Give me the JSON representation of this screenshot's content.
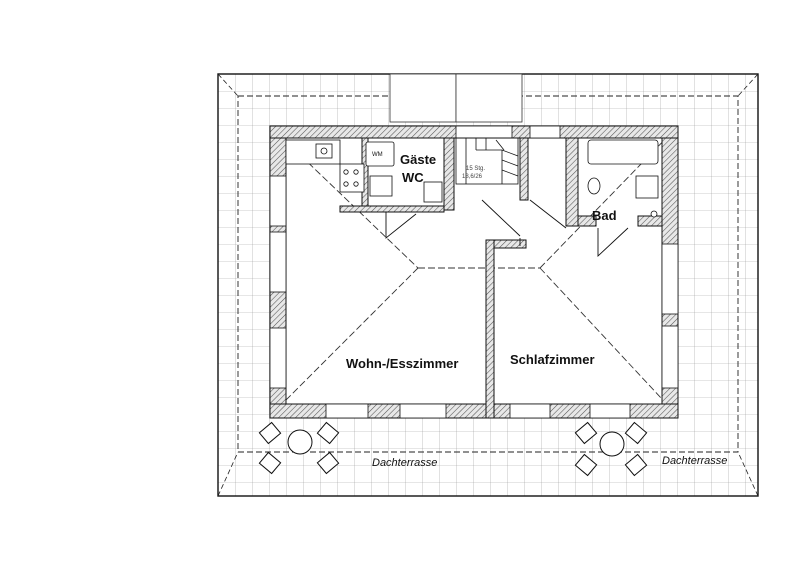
{
  "rooms": {
    "wohn": "Wohn-/Esszimmer",
    "schlaf": "Schlafzimmer",
    "gaeste_line1": "Gäste",
    "gaeste_line2": "WC",
    "bad": "Bad"
  },
  "terrace": {
    "left": "Dachterrasse",
    "right": "Dachterrasse"
  },
  "stairs": {
    "steps": "15 Stg.",
    "dimension": "18,6/26"
  },
  "appliance": {
    "washer": "WM"
  }
}
